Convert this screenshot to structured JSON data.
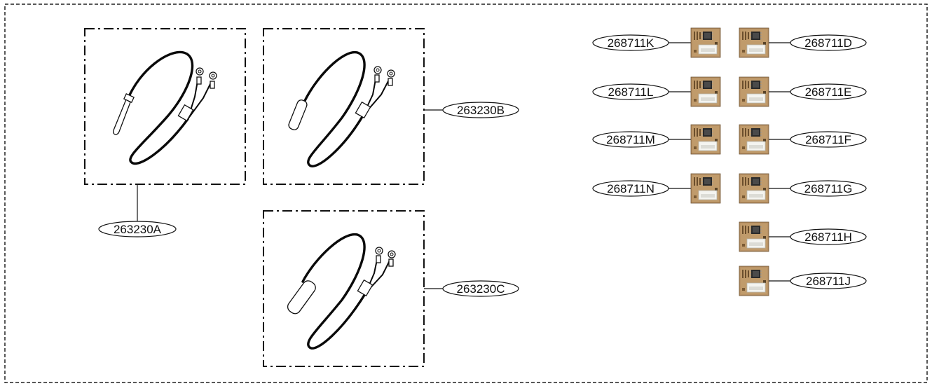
{
  "sensor_labels": {
    "a": "263230A",
    "b": "263230B",
    "c": "263230C"
  },
  "pcb_labels": {
    "k": "268711K",
    "l": "268711L",
    "m": "268711M",
    "n": "268711N",
    "d": "268711D",
    "e": "268711E",
    "f": "268711F",
    "g": "268711G",
    "h": "268711H",
    "j": "268711J"
  },
  "colors": {
    "line": "#111111",
    "pcb_body": "#b58f62",
    "pcb_connector": "#f4f4f0"
  }
}
